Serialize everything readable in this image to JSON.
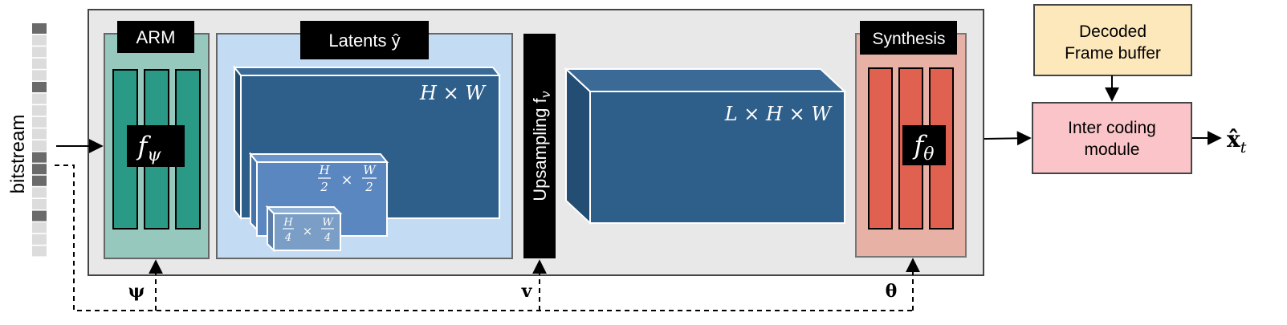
{
  "bitstream": {
    "label": "bitstream",
    "cells": [
      "dark",
      "light",
      "light",
      "light",
      "light",
      "dark",
      "light",
      "light",
      "light",
      "light",
      "light",
      "dark",
      "dark",
      "dark",
      "light",
      "light",
      "dark",
      "light",
      "light",
      "light"
    ]
  },
  "arm": {
    "title": "ARM",
    "function": "f",
    "function_sub": "ψ",
    "param": "ψ"
  },
  "latents": {
    "title": "Latents ŷ",
    "level1": "H × W",
    "level2": {
      "num_h": "H",
      "den_h": "2",
      "num_w": "W",
      "den_w": "2",
      "times": "×"
    },
    "level3": {
      "num_h": "H",
      "den_h": "4",
      "num_w": "W",
      "den_w": "4",
      "times": "×"
    }
  },
  "upsampling": {
    "label": "Upsampling f",
    "label_sub": "v",
    "param": "v"
  },
  "upsampled": {
    "label": "L × H × W"
  },
  "synthesis": {
    "title": "Synthesis",
    "function": "f",
    "function_sub": "θ",
    "param": "θ"
  },
  "decoded_buffer": {
    "line1": "Decoded",
    "line2": "Frame buffer"
  },
  "inter_coding": {
    "line1": "Inter coding",
    "line2": "module"
  },
  "output": {
    "label": "x̂",
    "sub": "t"
  },
  "colors": {
    "main_bg": "#e8e8e8",
    "arm_bg": "#96c8bd",
    "arm_bar": "#2a9a87",
    "latent_bg": "#c3dcf3",
    "latent_dark": "#2e5f8a",
    "latent_mid": "#5b87c0",
    "latent_light": "#7b9ec6",
    "synth_bg": "#e8b1a5",
    "synth_bar": "#e06150",
    "buffer_bg": "#fde8bc",
    "inter_bg": "#fac4c8",
    "cell_dark": "#6a6a6a",
    "cell_light": "#dcdcdc"
  }
}
